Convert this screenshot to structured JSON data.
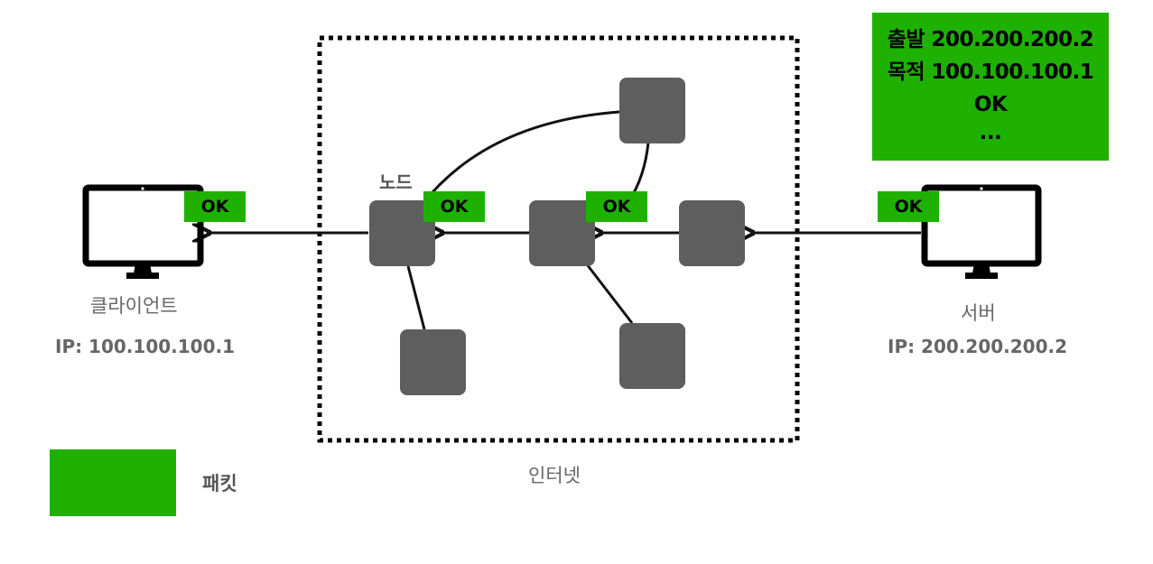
{
  "colors": {
    "packet": "#1fb100",
    "node": "#5e5e5e",
    "monitor": "#000000",
    "caption": "#666666"
  },
  "client": {
    "icon": "monitor-icon",
    "label": "클라이언트",
    "ip": "IP: 100.100.100.1"
  },
  "server": {
    "icon": "monitor-icon",
    "label": "서버",
    "ip": "IP: 200.200.200.2"
  },
  "internet": {
    "label": "인터넷",
    "node_label": "노드"
  },
  "packets": [
    {
      "id": "client",
      "text": "OK"
    },
    {
      "id": "node-left",
      "text": "OK"
    },
    {
      "id": "node-center",
      "text": "OK"
    },
    {
      "id": "server",
      "text": "OK"
    }
  ],
  "packet_detail": {
    "lines": [
      "출발 200.200.200.2",
      "목적 100.100.100.1",
      "OK",
      "..."
    ]
  },
  "legend": {
    "label": "패킷"
  }
}
